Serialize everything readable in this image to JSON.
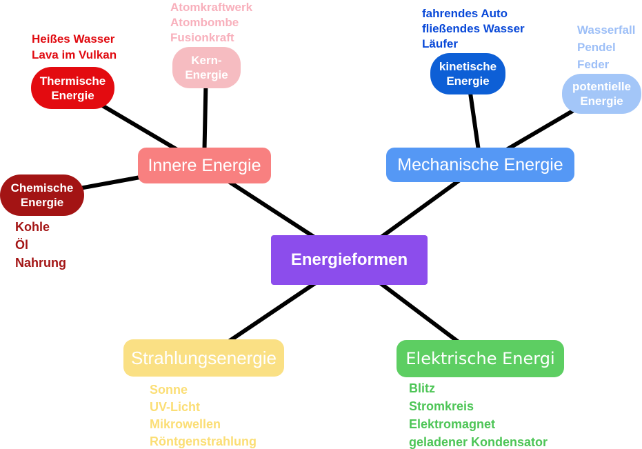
{
  "diagram": {
    "center": {
      "label": "Energieformen"
    },
    "innere": {
      "label": "Innere Energie",
      "thermische": {
        "label": "Thermische\nEnergie",
        "examples": [
          "Heißes Wasser",
          "Lava im Vulkan"
        ]
      },
      "kern": {
        "label": "Kern-\nEnergie",
        "examples": [
          "Atomkraftwerk",
          "Atombombe",
          "Fusionkraft"
        ]
      },
      "chemische": {
        "label": "Chemische\nEnergie",
        "examples": [
          "Kohle",
          "Öl",
          "Nahrung"
        ]
      }
    },
    "mechanische": {
      "label": "Mechanische Energie",
      "kinetische": {
        "label": "kinetische\nEnergie",
        "examples": [
          "fahrendes Auto",
          "fließendes Wasser",
          "Läufer"
        ]
      },
      "potentielle": {
        "label": "potentielle\nEnergie",
        "examples": [
          "Wasserfall",
          "Pendel",
          "Feder"
        ]
      }
    },
    "strahlung": {
      "label": "Strahlungsenergie",
      "examples": [
        "Sonne",
        "UV-Licht",
        "Mikrowellen",
        "Röntgenstrahlung"
      ]
    },
    "elektrische": {
      "label": "Elektrische Energi",
      "examples": [
        "Blitz",
        "Stromkreis",
        "Elektromagnet",
        "geladener Kondensator"
      ]
    }
  },
  "colors": {
    "center_purple": "#8C4DEC",
    "innere_salmon": "#F88080",
    "thermische_red": "#E30B10",
    "thermische_text_red": "#E00A10",
    "kern_pink": "#F6BCC1",
    "kern_text_pink": "#F8B0BC",
    "chemische_dark_red": "#A31414",
    "mechanische_blue": "#5598F5",
    "kinetische_blue": "#0D5FD6",
    "kinetische_text_blue": "#0848D8",
    "potentielle_light_blue": "#A3C6F8",
    "potentielle_text_blue": "#9DBFF7",
    "strahlung_yellow": "#FAE084",
    "strahlung_text_yellow": "#FBDE75",
    "elektrische_green": "#5DCE62",
    "elektrische_text_green": "#4DC556",
    "edge_black": "#000000",
    "node_text_white": "#FFFFFF"
  }
}
